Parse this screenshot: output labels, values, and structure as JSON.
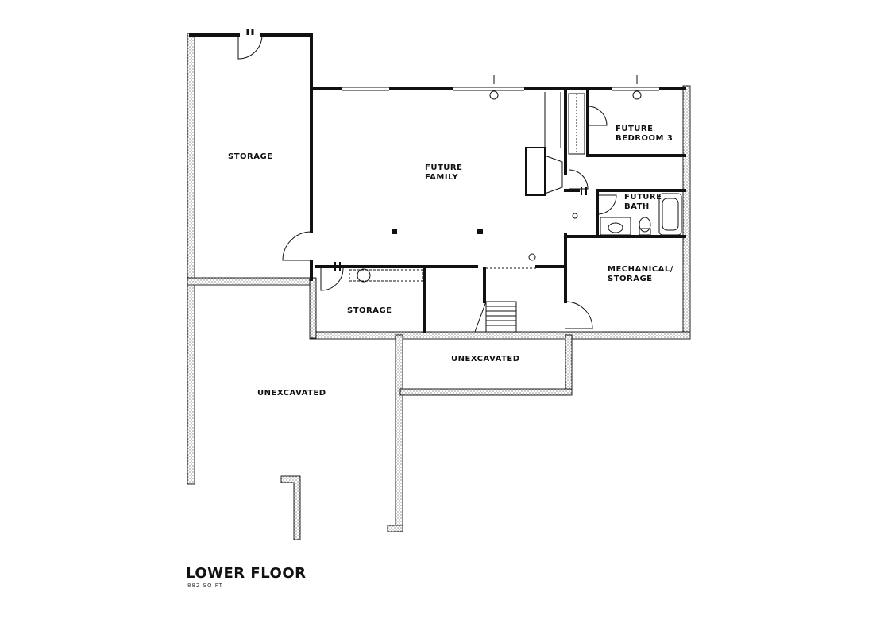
{
  "plan": {
    "title": "LOWER FLOOR",
    "area": "882 SQ FT",
    "rooms": {
      "storage_left": "STORAGE",
      "family_line1": "FUTURE",
      "family_line2": "FAMILY",
      "bedroom_line1": "FUTURE",
      "bedroom_line2": "BEDROOM 3",
      "bath_line1": "FUTURE",
      "bath_line2": "BATH",
      "mech_line1": "MECHANICAL/",
      "mech_line2": "STORAGE",
      "storage_small": "STORAGE",
      "unexcavated_large": "UNEXCAVATED",
      "unexcavated_small": "UNEXCAVATED"
    },
    "colors": {
      "ink": "#111111",
      "foundation_fill": "#f4f4f4"
    }
  }
}
